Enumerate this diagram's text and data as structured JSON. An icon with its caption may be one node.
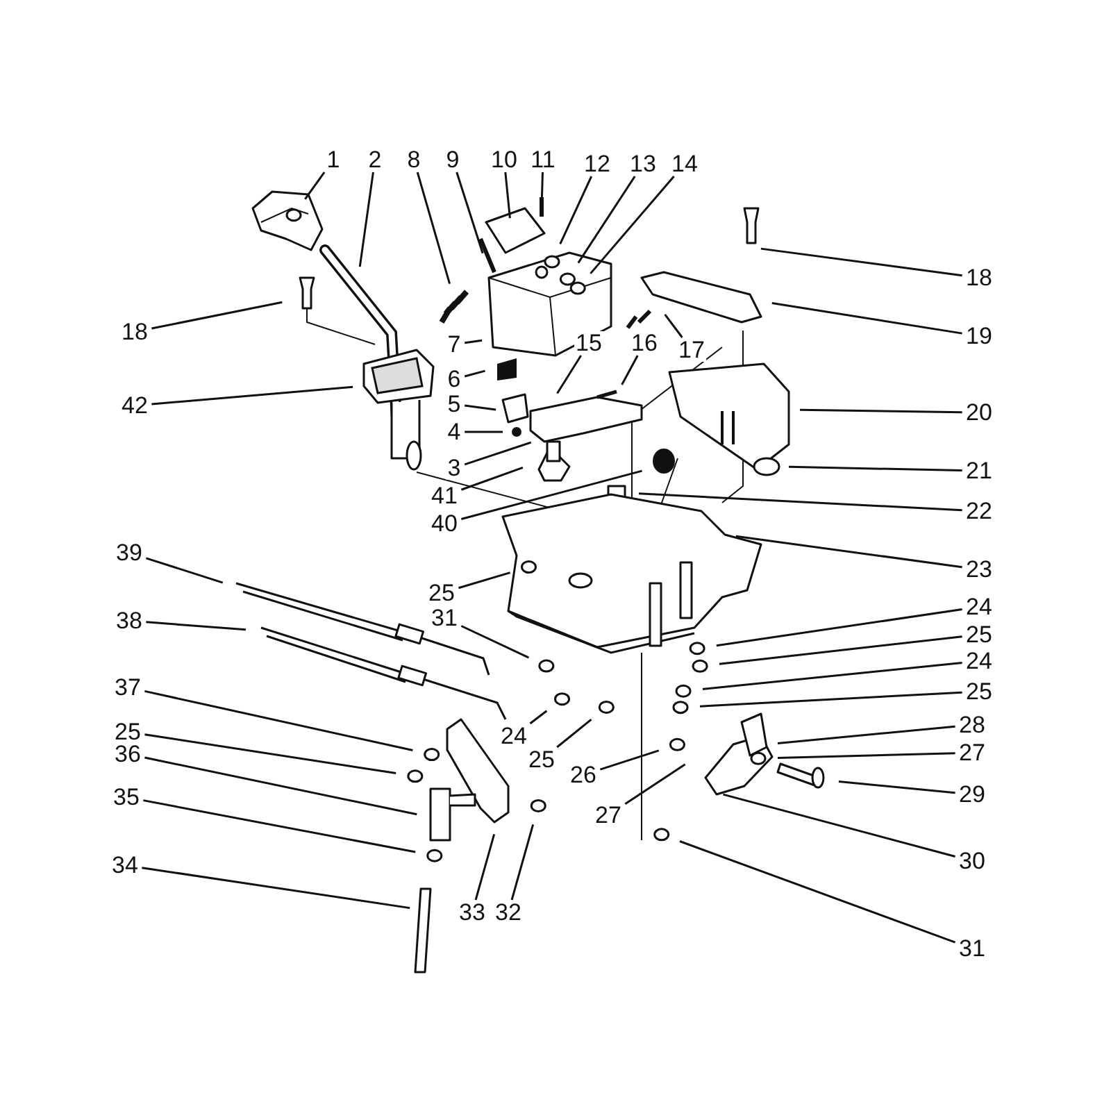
{
  "diagram": {
    "nodes": [
      {
        "text": [
          "1"
        ]
      },
      {
        "text": [
          "2"
        ]
      },
      {
        "text": [
          "8"
        ]
      },
      {
        "text": [
          "9"
        ]
      },
      {
        "text": [
          "10"
        ]
      },
      {
        "text": [
          "11"
        ]
      },
      {
        "text": [
          "12"
        ]
      },
      {
        "text": [
          "13"
        ]
      },
      {
        "text": [
          "14"
        ]
      },
      {
        "text": [
          "18"
        ]
      },
      {
        "text": [
          "18"
        ]
      },
      {
        "text": [
          "19"
        ]
      },
      {
        "text": [
          "7"
        ]
      },
      {
        "text": [
          "15"
        ]
      },
      {
        "text": [
          "16"
        ]
      },
      {
        "text": [
          "17"
        ]
      },
      {
        "text": [
          "6"
        ]
      },
      {
        "text": [
          "42"
        ]
      },
      {
        "text": [
          "5"
        ]
      },
      {
        "text": [
          "20"
        ]
      },
      {
        "text": [
          "4"
        ]
      },
      {
        "text": [
          "3"
        ]
      },
      {
        "text": [
          "21"
        ]
      },
      {
        "text": [
          "41"
        ]
      },
      {
        "text": [
          "22"
        ]
      },
      {
        "text": [
          "40"
        ]
      },
      {
        "text": [
          "39"
        ]
      },
      {
        "text": [
          "23"
        ]
      },
      {
        "text": [
          "25"
        ]
      },
      {
        "text": [
          "24"
        ]
      },
      {
        "text": [
          "31"
        ]
      },
      {
        "text": [
          "38"
        ]
      },
      {
        "text": [
          "25"
        ]
      },
      {
        "text": [
          "24"
        ]
      },
      {
        "text": [
          "37"
        ]
      },
      {
        "text": [
          "25"
        ]
      },
      {
        "text": [
          "28"
        ]
      },
      {
        "text": [
          "25"
        ]
      },
      {
        "text": [
          "24"
        ]
      },
      {
        "text": [
          "27"
        ]
      },
      {
        "text": [
          "36"
        ]
      },
      {
        "text": [
          "25"
        ]
      },
      {
        "text": [
          "26"
        ]
      },
      {
        "text": [
          "29"
        ]
      },
      {
        "text": [
          "35"
        ]
      },
      {
        "text": [
          "27"
        ]
      },
      {
        "text": [
          "30"
        ]
      },
      {
        "text": [
          "34"
        ]
      },
      {
        "text": [
          "33"
        ]
      },
      {
        "text": [
          "32"
        ]
      },
      {
        "text": [
          "31"
        ]
      }
    ],
    "edges": [
      {
        "from": 0,
        "to": null,
        "arrow": "none"
      },
      {
        "from": 1,
        "to": null,
        "arrow": "none"
      },
      {
        "from": 2,
        "to": null,
        "arrow": "none"
      },
      {
        "from": 3,
        "to": null,
        "arrow": "none"
      },
      {
        "from": 4,
        "to": null,
        "arrow": "none"
      },
      {
        "from": 5,
        "to": null,
        "arrow": "none"
      },
      {
        "from": 6,
        "to": null,
        "arrow": "none"
      },
      {
        "from": 7,
        "to": null,
        "arrow": "none"
      },
      {
        "from": 8,
        "to": null,
        "arrow": "none"
      },
      {
        "from": 9,
        "to": null,
        "arrow": "none"
      },
      {
        "from": 10,
        "to": null,
        "arrow": "none"
      },
      {
        "from": 11,
        "to": null,
        "arrow": "none"
      },
      {
        "from": 12,
        "to": null,
        "arrow": "none"
      },
      {
        "from": 13,
        "to": null,
        "arrow": "none"
      },
      {
        "from": 14,
        "to": null,
        "arrow": "none"
      },
      {
        "from": 15,
        "to": null,
        "arrow": "none"
      },
      {
        "from": 16,
        "to": null,
        "arrow": "none"
      },
      {
        "from": 17,
        "to": null,
        "arrow": "none"
      },
      {
        "from": 18,
        "to": null,
        "arrow": "none"
      },
      {
        "from": 19,
        "to": null,
        "arrow": "none"
      },
      {
        "from": 20,
        "to": null,
        "arrow": "none"
      },
      {
        "from": 21,
        "to": null,
        "arrow": "none"
      },
      {
        "from": 22,
        "to": null,
        "arrow": "none"
      },
      {
        "from": 23,
        "to": null,
        "arrow": "none"
      },
      {
        "from": 24,
        "to": null,
        "arrow": "none"
      },
      {
        "from": 25,
        "to": null,
        "arrow": "none"
      },
      {
        "from": 26,
        "to": null,
        "arrow": "none"
      },
      {
        "from": 27,
        "to": null,
        "arrow": "none"
      },
      {
        "from": 28,
        "to": null,
        "arrow": "none"
      },
      {
        "from": 29,
        "to": null,
        "arrow": "none"
      },
      {
        "from": 30,
        "to": null,
        "arrow": "none"
      },
      {
        "from": 31,
        "to": null,
        "arrow": "none"
      },
      {
        "from": 32,
        "to": null,
        "arrow": "none"
      },
      {
        "from": 33,
        "to": null,
        "arrow": "none"
      },
      {
        "from": 34,
        "to": null,
        "arrow": "none"
      },
      {
        "from": 35,
        "to": null,
        "arrow": "none"
      },
      {
        "from": 36,
        "to": null,
        "arrow": "none"
      },
      {
        "from": 37,
        "to": null,
        "arrow": "none"
      },
      {
        "from": 38,
        "to": null,
        "arrow": "none"
      },
      {
        "from": 39,
        "to": null,
        "arrow": "none"
      },
      {
        "from": 40,
        "to": null,
        "arrow": "none"
      },
      {
        "from": 41,
        "to": null,
        "arrow": "none"
      },
      {
        "from": 42,
        "to": null,
        "arrow": "none"
      },
      {
        "from": 43,
        "to": null,
        "arrow": "none"
      },
      {
        "from": 44,
        "to": null,
        "arrow": "none"
      },
      {
        "from": 45,
        "to": null,
        "arrow": "none"
      },
      {
        "from": 46,
        "to": null,
        "arrow": "none"
      },
      {
        "from": 47,
        "to": null,
        "arrow": "none"
      },
      {
        "from": 48,
        "to": null,
        "arrow": "none"
      },
      {
        "from": 49,
        "to": null,
        "arrow": "none"
      },
      {
        "from": 50,
        "to": null,
        "arrow": "none"
      }
    ]
  }
}
